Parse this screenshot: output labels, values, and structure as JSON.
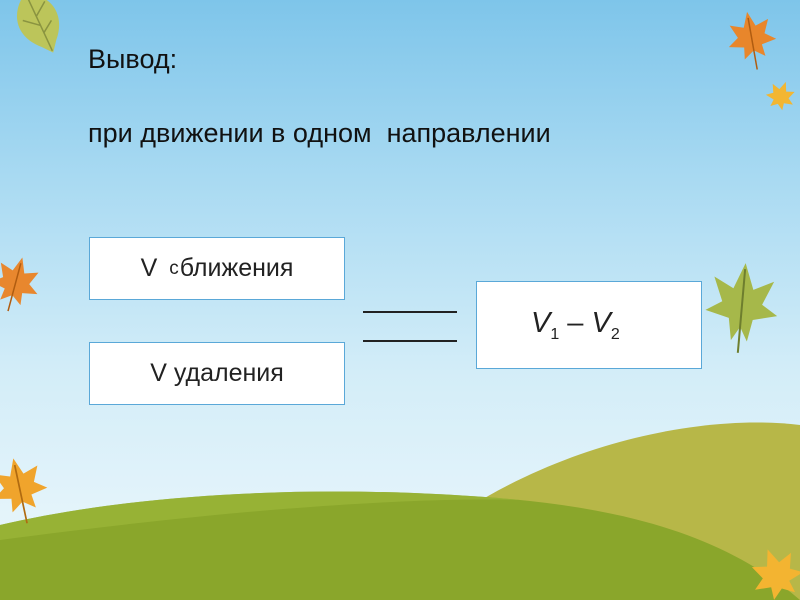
{
  "slide": {
    "title": "Вывод:",
    "subtitle": "при движении в одном  направлении",
    "box_approach": {
      "prefix": "V ",
      "small_letter": "с",
      "rest": "ближения"
    },
    "box_separation": {
      "label": "V удаления"
    },
    "formula": {
      "v1": "V",
      "v1_sub": "1",
      "minus": " – ",
      "v2": "V",
      "v2_sub": "2"
    },
    "colors": {
      "box_border": "#5aa8d8",
      "hill_front": "#8aa62b",
      "hill_back": "#b7b748",
      "sky_top": "#7ec5ea"
    },
    "decorations": [
      "autumn-leaf-icon",
      "hill-shape"
    ]
  }
}
